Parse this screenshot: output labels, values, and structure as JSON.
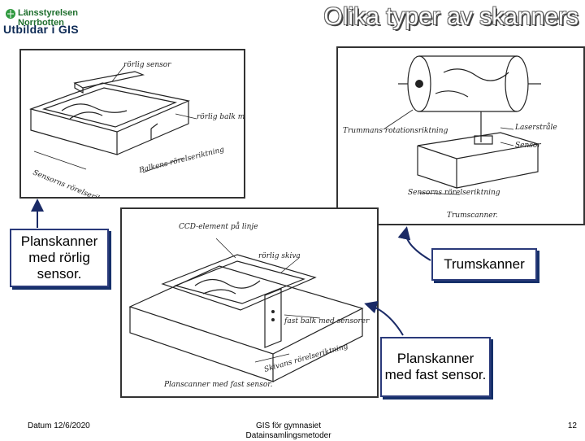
{
  "header": {
    "logo_brand": "Länsstyrelsen Norrbotten",
    "logo_tagline": "Utbildar i GIS",
    "title": "Olika typer av skanners"
  },
  "figures": {
    "flatbed_moving": {
      "label_sensor": "rörlig sensor",
      "label_beam": "rörlig balk med sensor",
      "label_sensor_dir": "Sensorns rörelseriktning",
      "label_beam_dir": "Balkens rörelseriktning"
    },
    "drum": {
      "label_rotation": "Trummans rotationsriktning",
      "label_laser": "Laserstråle",
      "label_sensor": "Sensor",
      "label_sensor_dir": "Sensorns rörelseriktning",
      "caption": "Trumscanner."
    },
    "flatbed_fixed": {
      "label_ccd": "CCD-element på linje",
      "label_plate": "rörlig skiva",
      "label_beam": "fast balk med sensorer",
      "label_plate_dir": "Skivans rörelseriktning",
      "caption": "Planscanner med fast sensor."
    }
  },
  "callouts": {
    "planskanner_rorlig": "Planskanner med rörlig sensor.",
    "trumskanner": "Trumskanner",
    "planskanner_fast": "Planskanner med fast sensor."
  },
  "footer": {
    "date": "Datum 12/6/2020",
    "course_line1": "GIS för gymnasiet",
    "course_line2": "Datainsamlingsmetoder",
    "page": "12"
  },
  "colors": {
    "callout_border": "#2a3a7a",
    "callout_shadow": "#16306a",
    "logo_green": "#1d6e2c"
  }
}
